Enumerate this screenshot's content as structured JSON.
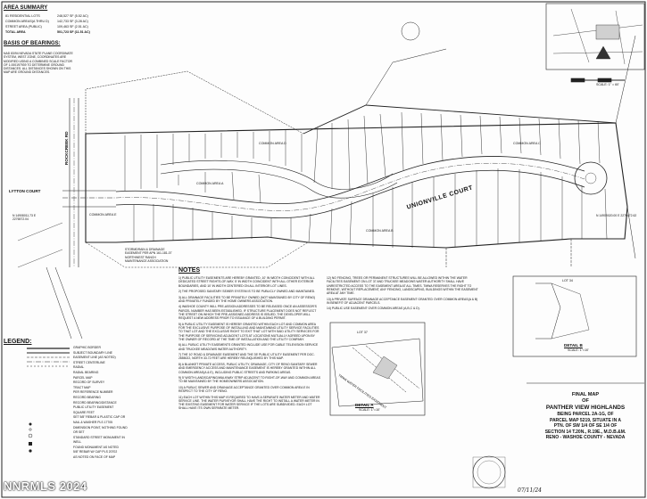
{
  "area_summary": {
    "title": "AREA SUMMARY",
    "rows": [
      {
        "label": "81 RESIDENTIAL LOTS",
        "value": "248,527 SF (5.52 AC)"
      },
      {
        "label": "COMMON AREAS(A THRU D)",
        "value": "142,733 SF (3.28 AC)"
      },
      {
        "label": "STREET AREA (PUBLIC)",
        "value": "109,463 SF (2.51 AC)"
      },
      {
        "label": "TOTAL AREA",
        "value": "501,723 SF (11.51 AC)"
      }
    ]
  },
  "basis_of_bearings": {
    "title": "BASIS OF BEARINGS:",
    "text": "NAD 83/94 NEVADA STATE PLANE COORDINATE SYSTEM, WEST ZONE, COORDINATES ARE MODIFIED USING A COMBINED SCALE FACTOR OF 1.000197939 TO DETERMINE GROUND DISTANCES. ALL DISTANCES SHOWN ON THIS MAP ARE GROUND DISTANCES."
  },
  "streets": {
    "unionville": "UNIONVILLE COURT",
    "lytton": "LYTTON COURT",
    "rockcreek": "ROCKCREEK RD"
  },
  "plan_labels": {
    "common_c": "COMMON AREA C",
    "common_d": "COMMON AREA D",
    "common_b": "COMMON AREA B",
    "common_a": "COMMON AREA A",
    "common_e": "COMMON AREA E",
    "basin": "STORMDRAIN & DRAINAGE EASEMENT PER APN 161-181-07 NORTHWEST RANCH MAINTENANCE ASSOCIATION",
    "ng": "N 14908011.73 E 2276572.04",
    "ne": "N 14909020.00 E 2276472.62"
  },
  "notes": {
    "title": "NOTES",
    "col1": [
      "1) PUBLIC UTILITY EASEMENTS ARE HEREBY GRANTED, 10' IN WIDTH COINCIDENT WITH ALL DEDICATED STREET RIGHTS-OF-WAY, 5' IN WIDTH COINCIDENT WITH ALL OTHER EXTERIOR BOUNDARIES, AND 10' IN WIDTH CENTERED ON ALL INTERIOR LOT LINES.",
      "2) THE PROPOSED SANITARY SEWER SYSTEM IS TO BE PUBLICLY OWNED AND MAINTAINED.",
      "3) ALL DRAINAGE FACILITIES TO BE PRIVATELY OWNED (NOT MAINTAINED BY CITY OF RENO) AND PRIVATELY FUNDED BY THE HOME OWNERS ASSOCIATION.",
      "4) WASHOE COUNTY WILL PRE-ASSIGN ADDRESSES TO BE RELEASED ONCE AN ASSESSOR'S PARCEL NUMBER HAS BEEN ESTABLISHED. IF STRUCTURE PLACEMENT DOES NOT REFLECT THE STREET ON WHICH THE PRE-ASSIGNED ADDRESS IS ISSUED, THE DEVELOPER WILL REQUEST A NEW ADDRESS PRIOR TO ISSUANCE OF A BUILDING PERMIT.",
      "5) A PUBLIC UTILITY EASEMENT IS HEREBY GRANTED WITHIN EACH LOT AND COMMON AREA FOR THE EXCLUSIVE PURPOSE OF INSTALLING AND MAINTAINING UTILITY SERVICE FACILITIES TO THAT LOT AND THE EXCLUSIVE RIGHT TO EXIT THAT LOT WITH SAID UTILITY SERVICES FOR THE PURPOSE OF SERVICING ADJACENT LOTS AT LOCATIONS MUTUALLY AGREED UPON BY THE OWNER OF RECORD AT THE TIME OF INSTALLATION AND THE UTILITY COMPANY.",
      "6) ALL PUBLIC UTILITY EASEMENTS GRANTED INCLUDE USE FOR CABLE TELEVISION SERVICE AND TRUCKEE MEADOWS WATER AUTHORITY.",
      "7) THE 10' ROAD & DRAINAGE EASEMENT AND THE 35' PUBLIC UTILITY EASEMENT PER DOC. 2655022, NORTH 33.72 FEET ARE HEREBY RELINQUISHED BY THIS MAP.",
      "8) A BLANKET PRIVATE ACCESS, PUBLIC UTILITY, DRAINAGE, CITY OF RENO SANITARY SEWER AND EMERGENCY ACCESS AND MAINTENANCE EASEMENT IS HEREBY GRANTED WITHIN ALL COMMON AREAS(A & E), INCLUDING PUBLIC STREETS AND PARKING AREAS.",
      "9) 5' WIDTH LANDSCAPING/WALKWAY STRIP ADJACENT TO RIGHT-OF-WAY AND COMMON AREAS TO BE MAINTAINED BY THE HOMEOWNERS ASSOCIATION.",
      "10) A PUBLIC SEWER AND DRAINAGE ACCEPTANCE GRANTED OVER COMMON AREA E IN RESPECT TO THE CITY OF RENO.",
      "11) EACH LOT WITHIN THIS MAP IS REQUIRED TO HAVE A SEPARATE WATER METER AND WATER SERVICE LINE. THE WATER PURVEYOR SHALL HAVE THE RIGHT TO INSTALL A WATER METER IN THE EXISTING EASEMENT FOR WATER SERVICE IF THE LOTS ARE SUBDIVIDED. EACH LOT SHALL HAVE ITS OWN SEPARATE METER."
    ],
    "col2": [
      "12) NO FENCING, TREES OR PERMANENT STRUCTURES WILL BE ALLOWED WITHIN THE WATER FACILITIES EASEMENT ON LOT 37 AND TRUCKEE MEADOWS WATER AUTHORITY SHALL HAVE UNRESTRICTED ACCESS TO THE EASEMENT AREA AT ALL TIMES. TMWA RESERVES THE RIGHT TO REMOVE, WITHOUT REPLACEMENT, ANY FENCING, LANDSCAPING, BUILDINGS WITHIN THE EASEMENT AREA AT ANY TIME.",
      "13) A PRIVATE SURFACE DRAINAGE ACCEPTANCE EASEMENT GRANTED OVER COMMON AREAS(A & B) IN BENEFIT OF ADJACENT PARCELS.",
      "14) PUBLIC USE EASEMENT OVER COMMON AREAS (A,B,C & D)."
    ]
  },
  "legend": {
    "title": "LEGEND:",
    "items": [
      "GRAPHIC BORDER",
      "SUBJECT BOUNDARY LINE",
      "EASEMENT LINE (AS NOTED)",
      "STREET CENTERLINE",
      "RADIAL",
      "RADIAL BEARING",
      "PARCEL MAP",
      "RECORD OF SURVEY",
      "TRACT MAP",
      "PER REFERENCE NUMBER",
      "RECORD BEARING",
      "RECORD BEARING/DISTANCE",
      "PUBLIC UTILITY EASEMENT",
      "SQUARE FEET",
      "SET 5/8\" REBAR & PLASTIC CAP OR NAIL & WASHER PLS 17705",
      "DIMENSION POINT, NOTHING FOUND OR SET",
      "STANDARD STREET MONUMENT IN WELL",
      "FOUND MONUMENT AS NOTED",
      "5/8\" REBAR W/ CAP PLS 20702",
      "AS NOTED ON FACE OF MAP"
    ]
  },
  "details": {
    "a_title": "DETAIL A",
    "a_scale": "SCALE: 1\"=10'",
    "a_lot": "LOT 37",
    "a_easement": "TMWA WATER FACILITIES EASEMENT",
    "b_title": "DETAIL B",
    "b_scale": "SCALE: 1\"=10'",
    "b_lot": "LOT 34"
  },
  "title_block": {
    "l1": "FINAL MAP",
    "l2": "OF",
    "l3": "PANTHER VIEW HIGHLANDS",
    "l4": "BEING PARCEL 2A-1G, OF",
    "l5": "PARCEL MAP 5219, SITUATE IN A",
    "l6": "PTN. OF SW 1/4 OF SE 1/4 OF",
    "l7": "SECTION 14 T.20N., R.19E., M.D.B.&M.",
    "l8": "RENO - WASHOE COUNTY - NEVADA",
    "signature": "07/11/24"
  },
  "scale_bar": {
    "text": "SCALE: 1\" = 60'"
  },
  "watermark": "NNRMLS 2024",
  "colors": {
    "ink": "#1a1a1a",
    "paper": "#fdfdfd",
    "fill": "#cfcfcf"
  }
}
